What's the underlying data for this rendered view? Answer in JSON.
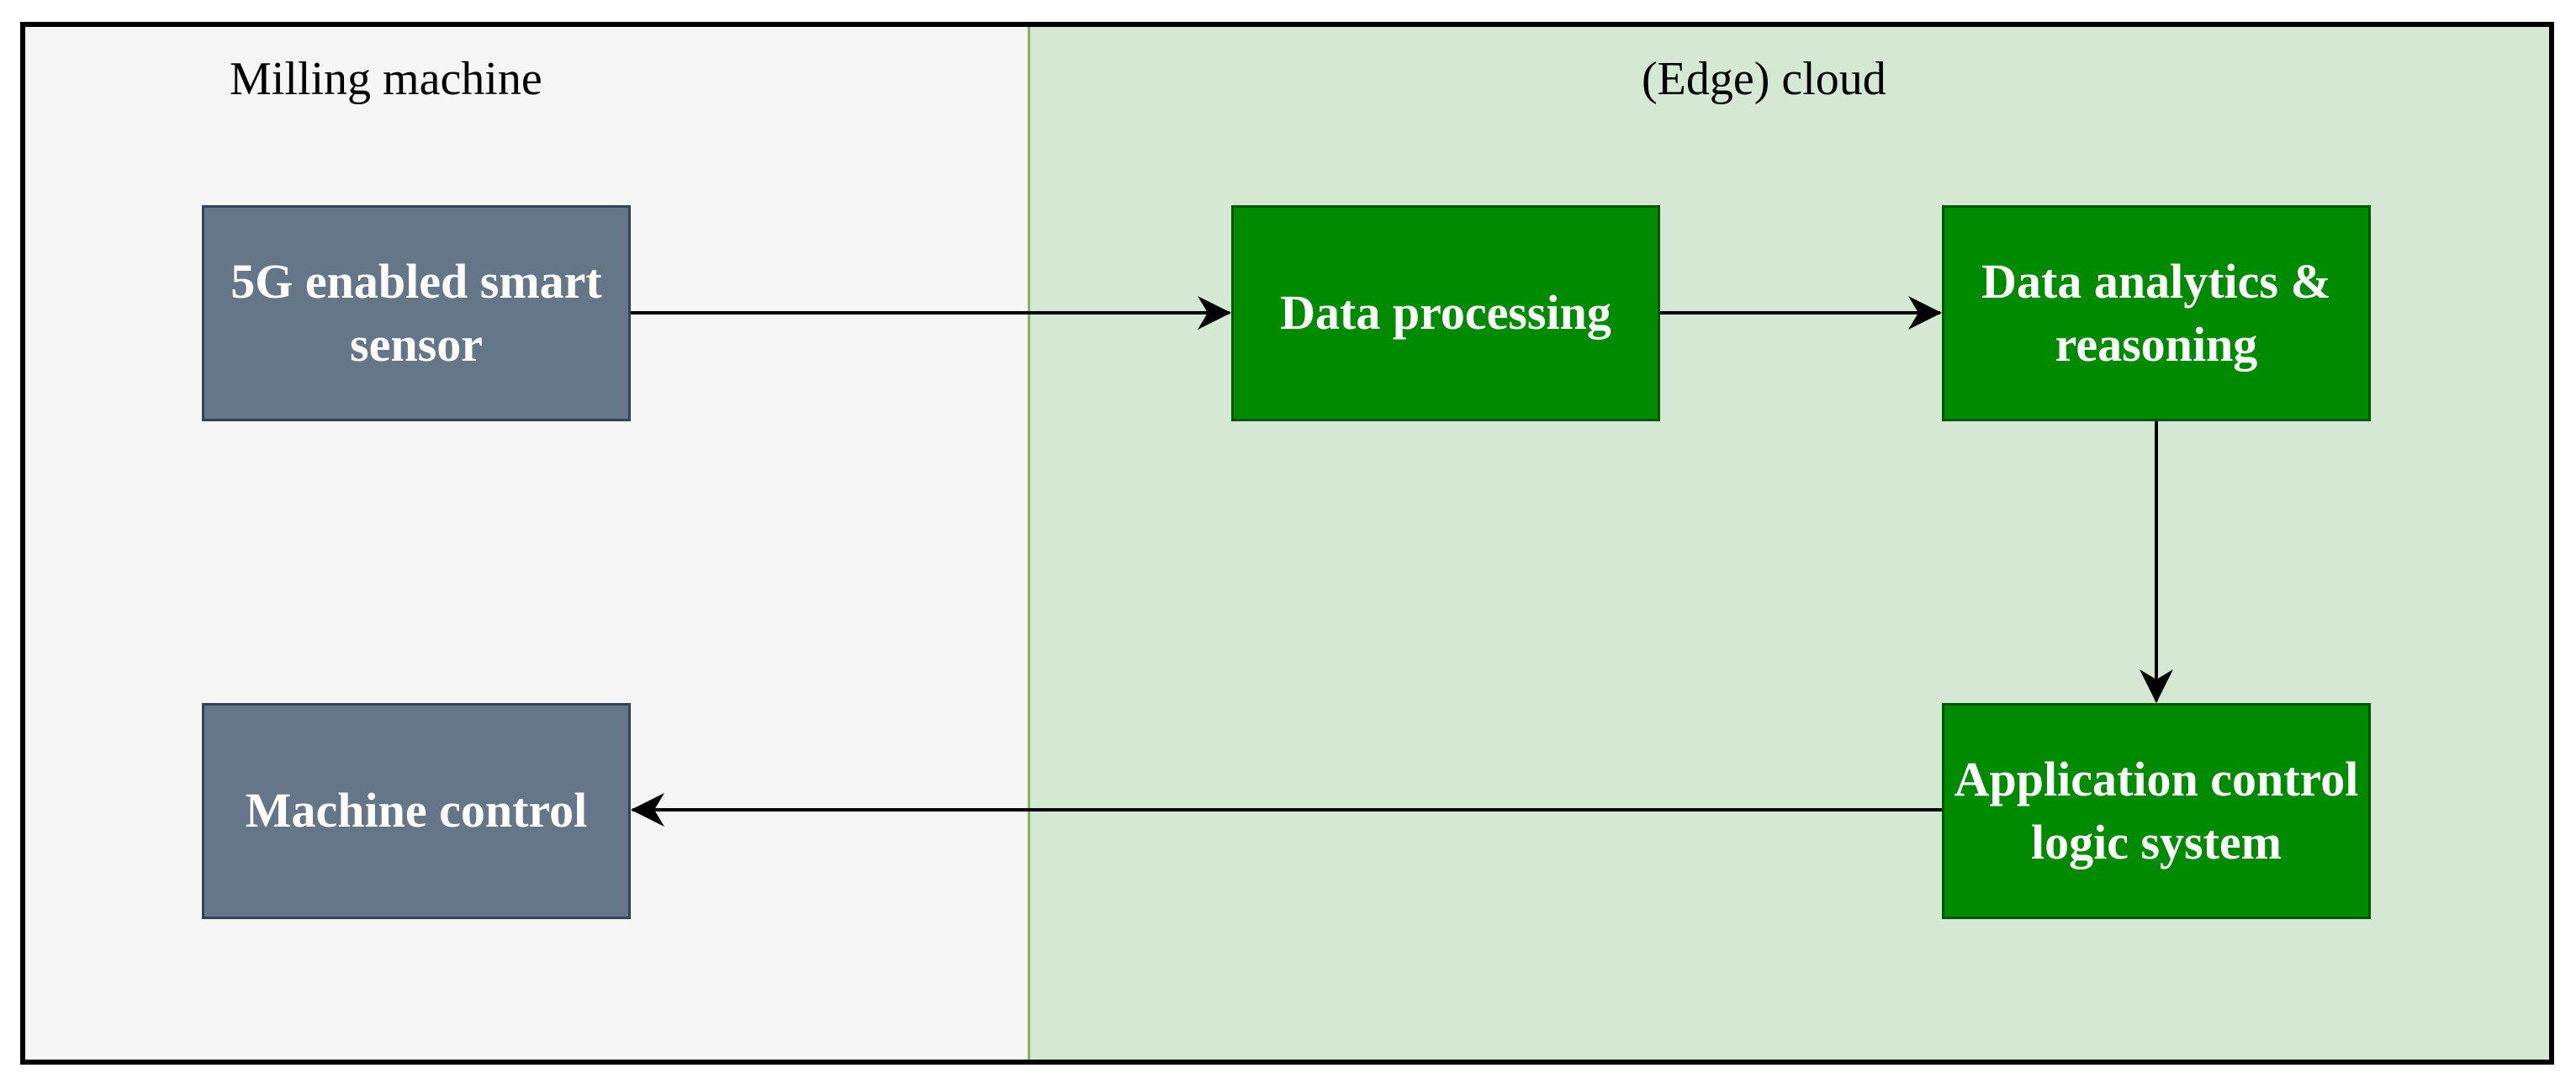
{
  "diagram": {
    "regions": {
      "left_label": "Milling machine",
      "right_label": "(Edge) cloud"
    },
    "nodes": {
      "sensor": "5G enabled smart sensor",
      "processing": "Data processing",
      "analytics": "Data analytics & reasoning",
      "application": "Application control logic system",
      "machine_control": "Machine control"
    },
    "edges": [
      {
        "from": "sensor",
        "to": "processing"
      },
      {
        "from": "processing",
        "to": "analytics"
      },
      {
        "from": "analytics",
        "to": "application"
      },
      {
        "from": "application",
        "to": "machine_control"
      }
    ],
    "colors": {
      "left_region_fill": "#f5f5f5",
      "right_region_fill": "#d5e8d4",
      "right_region_stroke": "#82b366",
      "gray_node_fill": "#647687",
      "gray_node_stroke": "#314354",
      "green_node_fill": "#008a00",
      "green_node_stroke": "#005700",
      "arrow": "#000000"
    }
  }
}
